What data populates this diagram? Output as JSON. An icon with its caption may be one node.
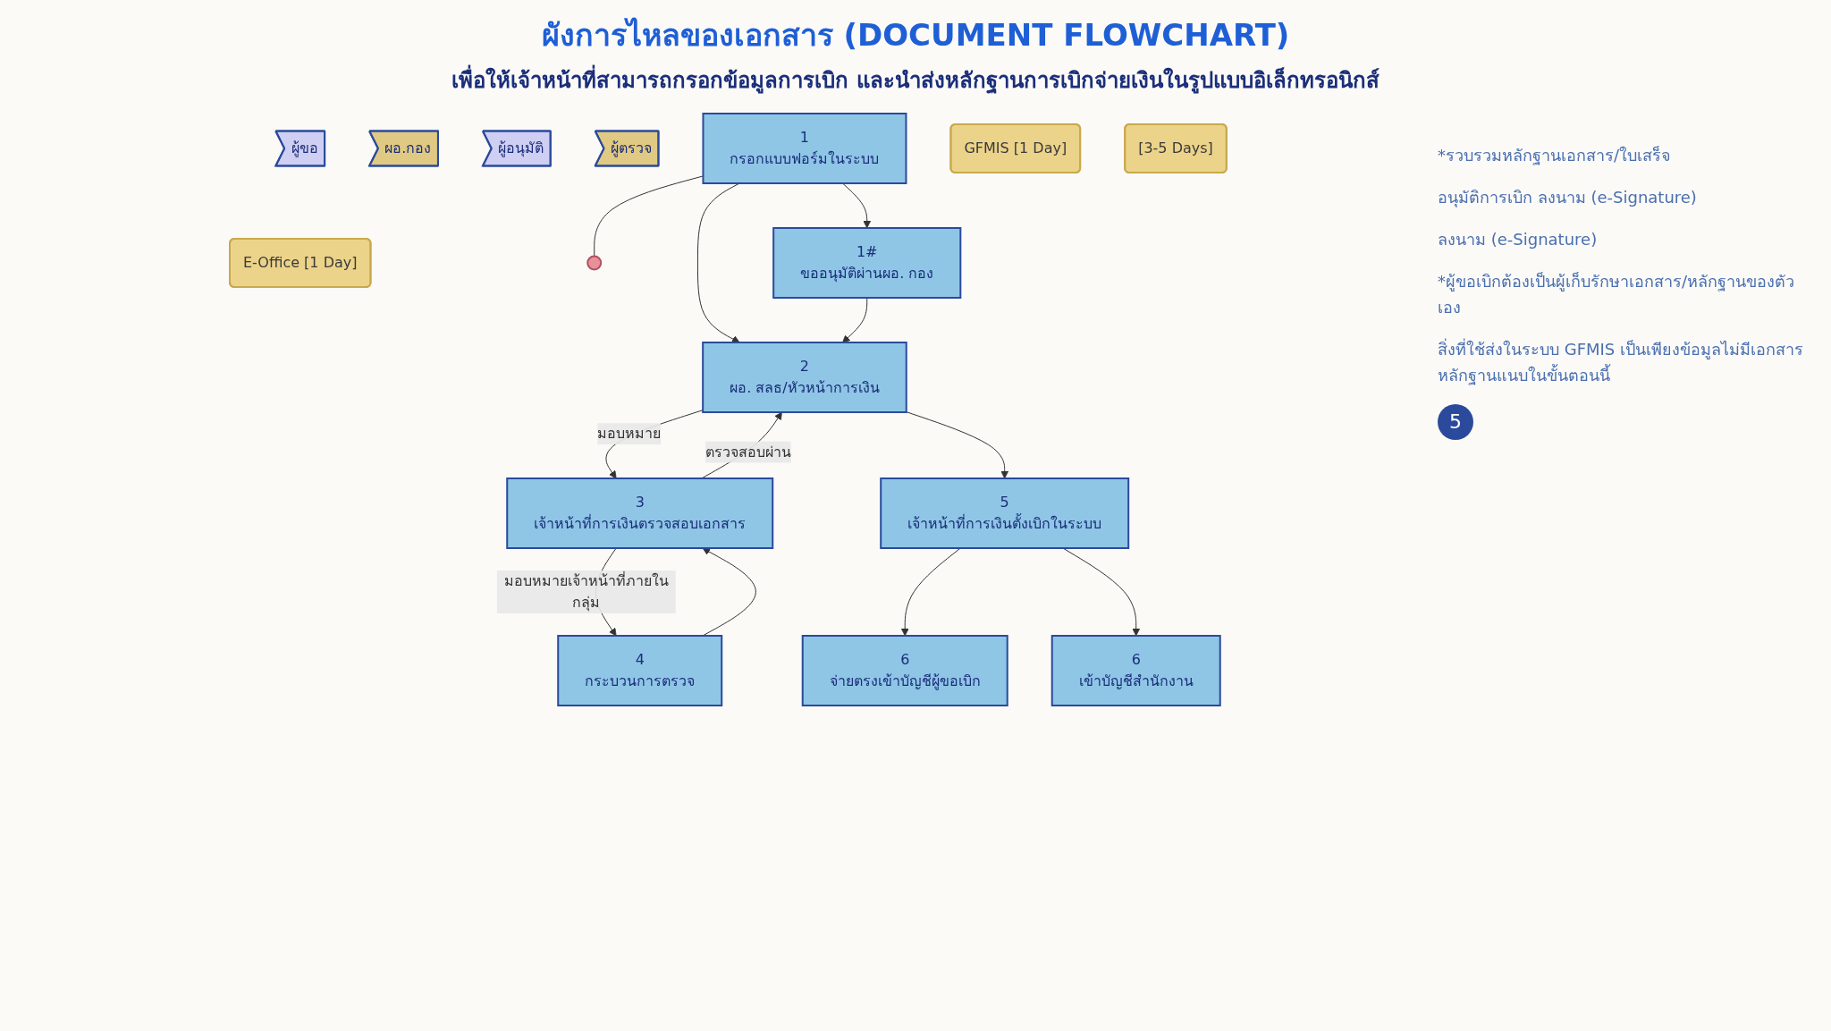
{
  "diagram": {
    "title": "ผังการไหลของเอกสาร (DOCUMENT FLOWCHART)",
    "caption": "เพื่อให้เจ้าหน้าที่สามารถกรอกข้อมูลการเบิก และนำส่งหลักฐานการเบิกจ่ายเงินในรูปแบบอิเล็กทรอนิกส์",
    "nodes": [
      {
        "text": [
          "ผู้ขอ"
        ]
      },
      {
        "text": [
          "ผอ.กอง"
        ]
      },
      {
        "text": [
          "ผู้อนุมัติ"
        ]
      },
      {
        "text": [
          "ผู้ตรวจ"
        ]
      },
      {
        "text": [
          "E-Office [1 Day]"
        ]
      },
      {
        "text": [
          "1",
          "กรอกแบบฟอร์มในระบบ"
        ]
      },
      {
        "text": [],
        "shape": "circle"
      },
      {
        "text": [
          "1#",
          "ขออนุมัติผ่านผอ. กอง"
        ]
      },
      {
        "text": [
          "2",
          "ผอ. สลธ/หัวหน้าการเงิน"
        ]
      },
      {
        "text": [
          "3",
          "เจ้าหน้าที่การเงินตรวจสอบเอกสาร"
        ]
      },
      {
        "text": [
          "4",
          "กระบวนการตรวจ"
        ]
      },
      {
        "text": [
          "GFMIS [1 Day]"
        ]
      },
      {
        "text": [
          "5",
          "เจ้าหน้าที่การเงินตั้งเบิกในระบบ"
        ]
      },
      {
        "text": [
          "[3-5 Days]"
        ]
      },
      {
        "text": [
          "6",
          "จ่ายตรงเข้าบัญชีผู้ขอเบิก"
        ]
      },
      {
        "text": [
          "6",
          "เข้าบัญชีสำนักงาน"
        ]
      }
    ],
    "edges": [
      {
        "from": 5,
        "to": 8,
        "arrow": "to"
      },
      {
        "from": 5,
        "to": 7,
        "arrow": "to"
      },
      {
        "from": 5,
        "to": 6,
        "arrow": "none"
      },
      {
        "from": 7,
        "to": 8,
        "arrow": "to"
      },
      {
        "from": 8,
        "to": 9,
        "arrow": "to",
        "label": "มอบหมาย"
      },
      {
        "from": 9,
        "to": 8,
        "arrow": "to",
        "label": "ตรวจสอบผ่าน"
      },
      {
        "from": 9,
        "to": 10,
        "arrow": "to",
        "label": "มอบหมายเจ้าหน้าที่ภายในกลุ่ม"
      },
      {
        "from": 10,
        "to": 9,
        "arrow": "to"
      },
      {
        "from": 8,
        "to": 12,
        "arrow": "to"
      },
      {
        "from": 12,
        "to": 14,
        "arrow": "to"
      },
      {
        "from": 12,
        "to": 15,
        "arrow": "to"
      }
    ],
    "labels": [
      "*รวบรวมหลักฐานเอกสาร/ใบเสร็จ",
      "อนุมัติการเบิก ลงนาม (e-Signature)",
      "ลงนาม (e-Signature)",
      "*ผู้ขอเบิกต้องเป็นผู้เก็บรักษาเอกสาร/หลักฐานของตัวเอง",
      "สิ่งที่ใช้ส่งในระบบ GFMIS เป็นเพียงข้อมูลไม่มีเอกสารหลักฐานแนบในขั้นตอนนี้",
      "5"
    ]
  }
}
